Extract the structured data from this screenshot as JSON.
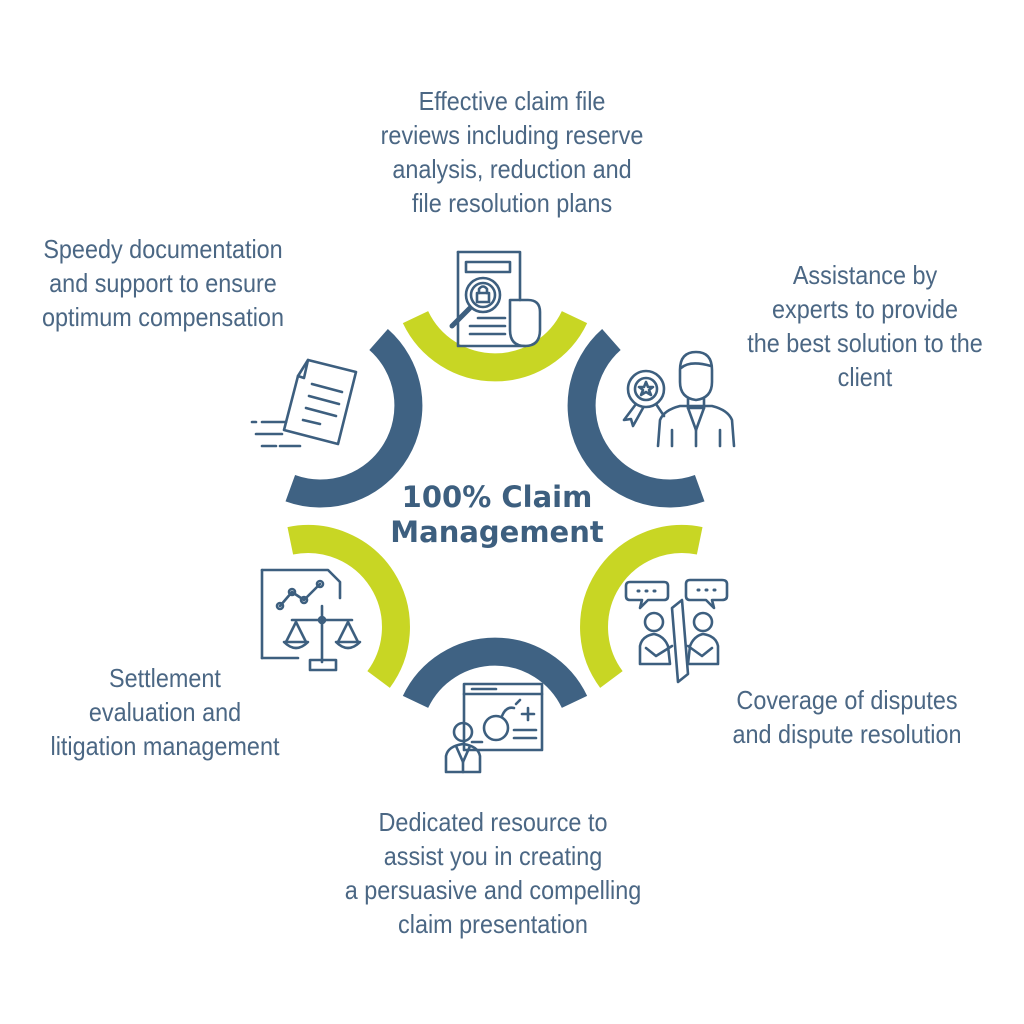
{
  "title": {
    "line1": "100% Claim",
    "line2": "Management"
  },
  "colors": {
    "navy": "#3f6283",
    "lime": "#c8d624",
    "text": "#4b6784"
  },
  "items": [
    {
      "icon": "document-magnifier-icon",
      "lines": [
        "Effective claim file",
        "reviews including reserve",
        "analysis, reduction and",
        "file resolution plans"
      ]
    },
    {
      "icon": "expert-award-icon",
      "lines": [
        "Assistance by",
        "experts to provide",
        "the best solution to the",
        "client"
      ]
    },
    {
      "icon": "dispute-conversation-icon",
      "lines": [
        "Coverage of disputes",
        "and dispute resolution"
      ]
    },
    {
      "icon": "presentation-board-icon",
      "lines": [
        "Dedicated resource to",
        "assist you in creating",
        "a persuasive and compelling",
        "claim presentation"
      ]
    },
    {
      "icon": "scales-document-icon",
      "lines": [
        "Settlement",
        "evaluation and",
        "litigation management"
      ]
    },
    {
      "icon": "fast-document-icon",
      "lines": [
        "Speedy documentation",
        "and support to ensure",
        "optimum compensation"
      ]
    }
  ]
}
